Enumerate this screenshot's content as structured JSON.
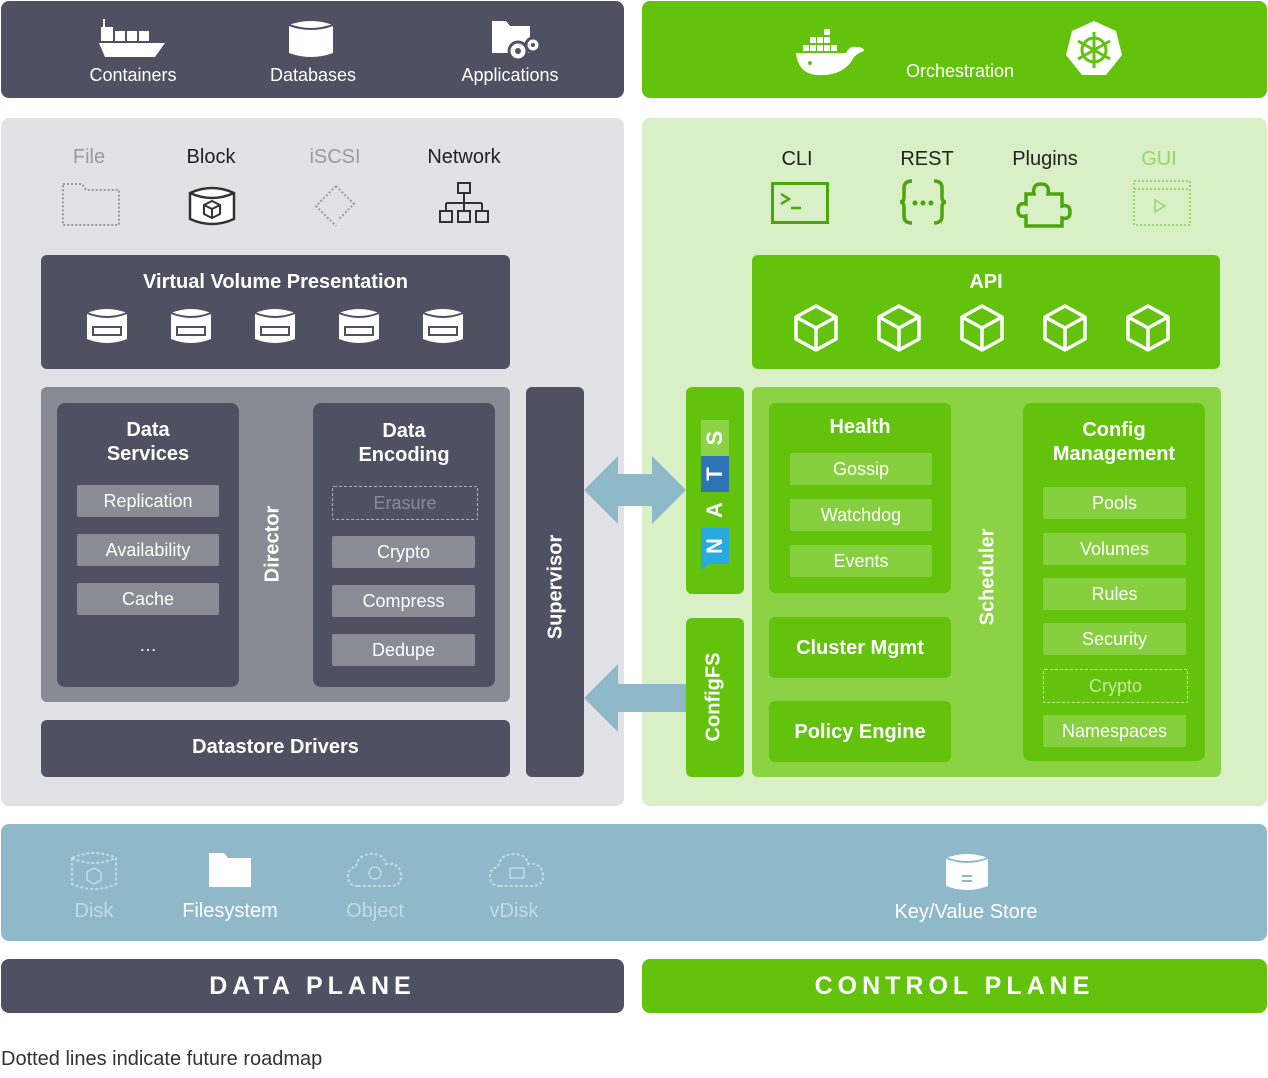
{
  "top_left": {
    "items": [
      {
        "label": "Containers",
        "icon": "ship-icon"
      },
      {
        "label": "Databases",
        "icon": "database-icon"
      },
      {
        "label": "Applications",
        "icon": "folder-gears-icon"
      }
    ]
  },
  "top_right": {
    "label": "Orchestration",
    "icons": [
      "docker-whale-icon",
      "kubernetes-helm-icon"
    ]
  },
  "data_plane": {
    "storage_types": [
      {
        "label": "File",
        "future": true
      },
      {
        "label": "Block",
        "future": false
      },
      {
        "label": "iSCSI",
        "future": true
      },
      {
        "label": "Network",
        "future": false
      }
    ],
    "virtual_volume": {
      "title": "Virtual Volume Presentation"
    },
    "data_services": {
      "title": "Data Services",
      "items": [
        "Replication",
        "Availability",
        "Cache",
        "…"
      ]
    },
    "director": "Director",
    "data_encoding": {
      "title": "Data Encoding",
      "future_item": "Erasure",
      "items": [
        "Crypto",
        "Compress",
        "Dedupe"
      ]
    },
    "supervisor": "Supervisor",
    "datastore_drivers": "Datastore Drivers"
  },
  "control_plane": {
    "interfaces": [
      {
        "label": "CLI",
        "future": false
      },
      {
        "label": "REST",
        "future": false
      },
      {
        "label": "Plugins",
        "future": false
      },
      {
        "label": "GUI",
        "future": true
      }
    ],
    "api": {
      "title": "API"
    },
    "nats": [
      "N",
      "A",
      "T",
      "S"
    ],
    "configfs": "ConfigFS",
    "health": {
      "title": "Health",
      "items": [
        "Gossip",
        "Watchdog",
        "Events"
      ]
    },
    "cluster_mgmt": "Cluster Mgmt",
    "policy_engine": "Policy Engine",
    "scheduler": "Scheduler",
    "config_mgmt": {
      "title": "Config Management",
      "items": [
        {
          "label": "Pools",
          "future": false
        },
        {
          "label": "Volumes",
          "future": false
        },
        {
          "label": "Rules",
          "future": false
        },
        {
          "label": "Security",
          "future": false
        },
        {
          "label": "Crypto",
          "future": true
        },
        {
          "label": "Namespaces",
          "future": false
        }
      ]
    }
  },
  "storage_layer": {
    "items": [
      {
        "label": "Disk",
        "future": true
      },
      {
        "label": "Filesystem",
        "future": false
      },
      {
        "label": "Object",
        "future": true
      },
      {
        "label": "vDisk",
        "future": true
      }
    ],
    "kv_store": "Key/Value Store"
  },
  "planes": {
    "data": "DATA PLANE",
    "control": "CONTROL PLANE"
  },
  "footnote": "Dotted lines indicate future roadmap",
  "colors": {
    "dark": "#4f5163",
    "green": "#62c20c",
    "steel": "#8fb8c9",
    "light_gray": "#e2e1e6",
    "light_green": "#d9f0c7"
  }
}
